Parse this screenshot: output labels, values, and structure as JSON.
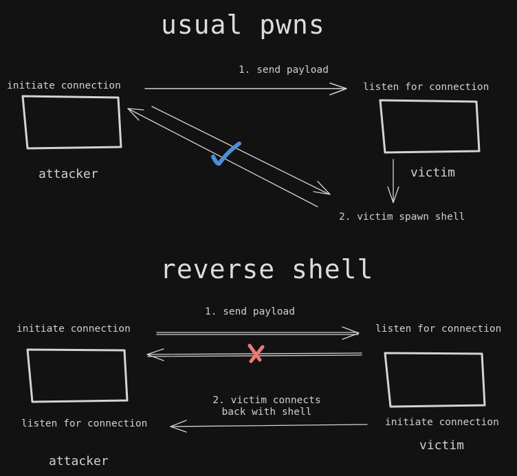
{
  "colors": {
    "background": "#121212",
    "stroke": "#d4d4d4",
    "check": "#4a90d9",
    "cross": "#f07878"
  },
  "usual_pwns": {
    "title": "usual pwns",
    "attacker_label": "attacker",
    "attacker_note": "initiate connection",
    "victim_label": "victim",
    "victim_note": "listen for connection",
    "step1": "1. send payload",
    "step2": "2. victim spawn shell",
    "status_icon": "check-icon"
  },
  "reverse_shell": {
    "title": "reverse shell",
    "attacker_label": "attacker",
    "attacker_note_top": "initiate connection",
    "attacker_note_bottom": "listen for connection",
    "victim_label": "victim",
    "victim_note_top": "listen for connection",
    "victim_note_bottom": "initiate connection",
    "step1": "1. send payload",
    "step2_line1": "2. victim connects",
    "step2_line2": "back with shell",
    "status_icon": "cross-icon"
  }
}
